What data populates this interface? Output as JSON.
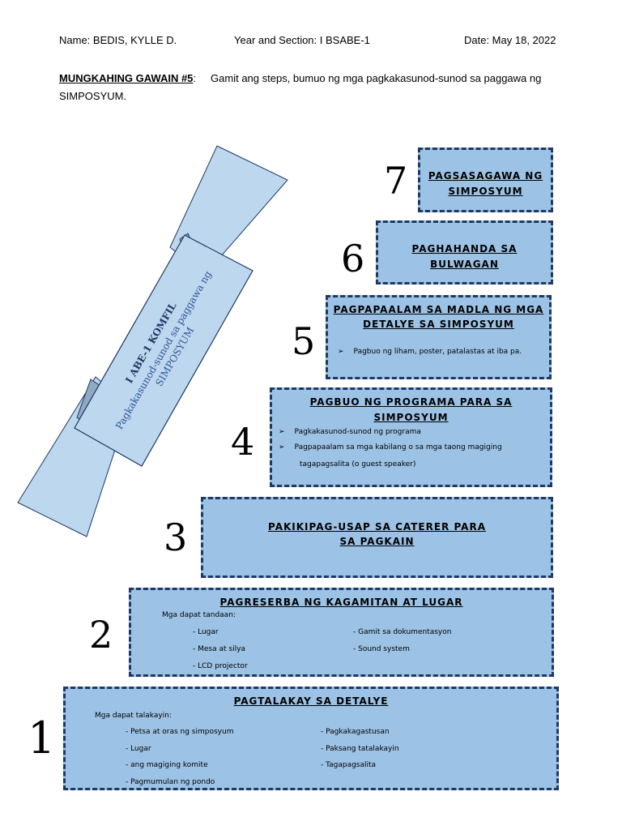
{
  "header": {
    "name": "Name: BEDIS, KYLLE D.",
    "section": "Year and Section: I BSABE-1",
    "date": "Date: May 18, 2022"
  },
  "task": {
    "label": "MUNGKAHING GAWAIN #5",
    "colon": ":",
    "text": "Gamit ang steps, bumuo ng mga pagkakasunod-sunod sa paggawa ng SIMPOSYUM."
  },
  "banner": {
    "line1": "I ABE-1 KOMFIL",
    "line2": "Pagkakasunod-sunod sa paggawa ng",
    "line3": "SIMPOSYUM"
  },
  "steps": {
    "s7": {
      "number": "7",
      "title1": "PAGSASAGAWA NG",
      "title2": "SIMPOSYUM"
    },
    "s6": {
      "number": "6",
      "title1": "PAGHAHANDA SA",
      "title2": "BULWAGAN"
    },
    "s5": {
      "number": "5",
      "title1": "PAGPAPAALAM SA MADLA NG MGA",
      "title2": "DETALYE SA SIMPOSYUM",
      "bullet1": "Pagbuo ng liham, poster, patalastas at iba pa."
    },
    "s4": {
      "number": "4",
      "title1": "PAGBUO NG PROGRAMA PARA SA",
      "title2": "SIMPOSYUM",
      "bullet1": "Pagkakasunod-sunod ng programa",
      "bullet2": "Pagpapaalam sa mga kabilang o sa mga taong magiging",
      "bullet2b": "tagapagsalita (o guest speaker)"
    },
    "s3": {
      "number": "3",
      "title1": "PAKIKIPAG-USAP SA CATERER PARA",
      "title2": "SA PAGKAIN"
    },
    "s2": {
      "number": "2",
      "title": "PAGRESERBA NG KAGAMITAN AT LUGAR",
      "intro": "Mga dapat tandaan:",
      "left": [
        "- Lugar",
        "- Mesa at silya",
        "- LCD projector"
      ],
      "right": [
        "- Gamit sa dokumentasyon",
        "- Sound system"
      ]
    },
    "s1": {
      "number": "1",
      "title": "PAGTALAKAY SA DETALYE",
      "intro": "Mga dapat talakayin:",
      "left": [
        "- Petsa at oras ng simposyum",
        "- Lugar",
        "- ang magiging komite",
        "- Pagmumulan ng pondo"
      ],
      "right": [
        "- Pagkakagastusan",
        "- Paksang tatalakayin",
        "- Tagapagsalita"
      ]
    }
  },
  "colors": {
    "box_fill": "#9cc2e5",
    "box_border": "#1f3864",
    "banner_fill": "#bdd7ee",
    "banner_text": "#1f3864"
  }
}
